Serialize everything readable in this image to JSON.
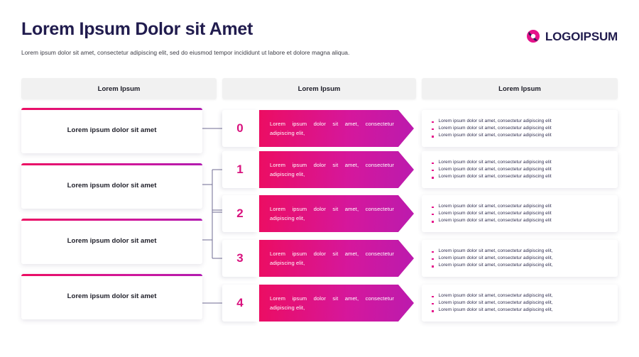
{
  "header": {
    "title": "Lorem Ipsum Dolor sit Amet",
    "subtitle": "Lorem ipsum dolor sit amet, consectetur adipiscing elit, sed do eiusmod tempor incididunt ut labore et dolore magna aliqua.",
    "logo_text": "LOGOIPSUM",
    "logo_icon": "logoipsum-circle-slash-mark"
  },
  "colors": {
    "title": "#211c4e",
    "accent_start": "#ec0d62",
    "accent_end": "#bb1bae",
    "number": "#d9137f",
    "bullet": "#e5128a",
    "header_bg": "#f1f1f1",
    "connector": "#6f6b93"
  },
  "columns": [
    {
      "header": "Lorem Ipsum"
    },
    {
      "header": "Lorem Ipsum"
    },
    {
      "header": "Lorem Ipsum"
    }
  ],
  "left_cards": [
    {
      "label": "Lorem ipsum dolor sit amet"
    },
    {
      "label": "Lorem ipsum dolor sit amet"
    },
    {
      "label": "Lorem ipsum dolor sit amet"
    },
    {
      "label": "Lorem ipsum dolor sit amet"
    }
  ],
  "rows": [
    {
      "number": "0",
      "arrow_text": "Lorem ipsum dolor sit amet, consectetur adipiscing elit,",
      "bullets": [
        "Lorem ipsum dolor sit amet, consectetur adipiscing elit",
        "Lorem ipsum dolor sit amet, consectetur adipiscing elit",
        "Lorem ipsum dolor sit amet, consectetur adipiscing elit"
      ]
    },
    {
      "number": "1",
      "arrow_text": "Lorem ipsum dolor sit amet, consectetur adipiscing elit,",
      "bullets": [
        "Lorem ipsum dolor sit amet, consectetur adipiscing elit",
        "Lorem ipsum dolor sit amet, consectetur adipiscing elit",
        "Lorem ipsum dolor sit amet, consectetur adipiscing elit"
      ]
    },
    {
      "number": "2",
      "arrow_text": "Lorem ipsum dolor sit amet, consectetur adipiscing elit,",
      "bullets": [
        "Lorem ipsum dolor sit amet, consectetur adipiscing elit",
        "Lorem ipsum dolor sit amet, consectetur adipiscing elit",
        "Lorem ipsum dolor sit amet, consectetur adipiscing elit"
      ]
    },
    {
      "number": "3",
      "arrow_text": "Lorem ipsum dolor sit amet, consectetur adipiscing elit,",
      "bullets": [
        "Lorem ipsum dolor sit amet, consectetur adipiscing elit,",
        "Lorem ipsum dolor sit amet, consectetur adipiscing elit,",
        "Lorem ipsum dolor sit amet, consectetur adipiscing elit,"
      ]
    },
    {
      "number": "4",
      "arrow_text": "Lorem ipsum dolor sit amet, consectetur adipiscing elit,",
      "bullets": [
        "Lorem ipsum dolor sit amet, consectetur adipiscing elit,",
        "Lorem ipsum dolor sit amet, consectetur adipiscing elit,",
        "Lorem ipsum dolor sit amet, consectetur adipiscing elit,"
      ]
    }
  ]
}
